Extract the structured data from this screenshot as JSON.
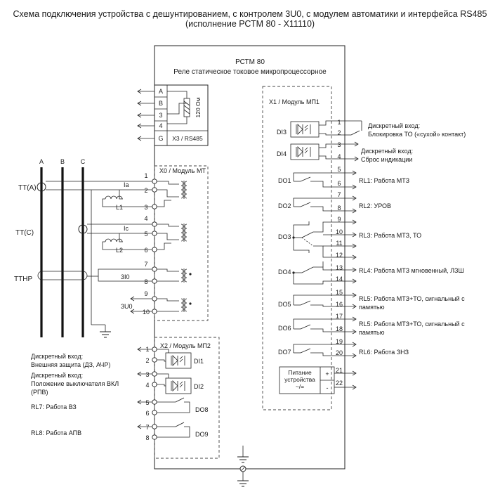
{
  "header": {
    "line1": "Схема подключения устройства с дешунтированием, с контролем 3U0, с модулем автоматики и интерфейса RS485",
    "line2": "(исполнение РСТМ 80 - X11110)"
  },
  "device": {
    "name": "РСТМ 80",
    "full": "Реле статическое токовое микропроцессорное"
  },
  "rs485": {
    "title": "X3 / RS485",
    "pins": [
      "A",
      "B",
      "3",
      "4",
      "G"
    ],
    "resistor": "120 Ом"
  },
  "x0": {
    "title": "X0 / Модуль МТ",
    "pins": [
      "1",
      "2",
      "3",
      "4",
      "5",
      "6",
      "7",
      "8",
      "9",
      "10"
    ]
  },
  "buses": [
    "A",
    "B",
    "C"
  ],
  "left_labels": {
    "ta": "ТТ(А)",
    "tc": "ТТ(С)",
    "ttnp": "ТТНР",
    "ia": "Ia",
    "ic": "Ic",
    "i30": "3I0",
    "u30": "3U0",
    "l1": "L1",
    "l2": "L2"
  },
  "x1": {
    "title": "X1 / Модуль МП1",
    "di": [
      {
        "id": "DI3",
        "label1": "Дискретный вход:",
        "label2": "Блокировка ТО («сухой» контакт)"
      },
      {
        "id": "DI4",
        "label1": "Дискретный вход:",
        "label2": "Сброс индикации"
      }
    ],
    "do": [
      {
        "id": "DO1",
        "label": "RL1: Работа МТЗ"
      },
      {
        "id": "DO2",
        "label": "RL2: УРОВ"
      },
      {
        "id": "DO3",
        "label": "RL3: Работа МТЗ, ТО"
      },
      {
        "id": "DO4",
        "label": "RL4: Работа МТЗ мгновенный, ЛЗШ"
      },
      {
        "id": "DO5",
        "label": "RL5: Работа МТЗ+ТО, сигнальный с",
        "label2": "памятью"
      },
      {
        "id": "DO6",
        "label": "RL5: Работа МТЗ+ТО, сигнальный с",
        "label2": "памятью"
      },
      {
        "id": "DO7",
        "label": "RL6: Работа ЗНЗ"
      }
    ],
    "pins": [
      "1",
      "2",
      "3",
      "4",
      "5",
      "6",
      "7",
      "8",
      "9",
      "10",
      "11",
      "12",
      "13",
      "14",
      "15",
      "16",
      "17",
      "18",
      "19",
      "20",
      "21",
      "22"
    ],
    "power": {
      "l1": "Питание",
      "l2": "устройства",
      "l3": "~/=",
      "plus": "+",
      "minus": "-"
    }
  },
  "x2": {
    "title": "X2 / Модуль МП2",
    "pins": [
      "1",
      "2",
      "3",
      "4",
      "5",
      "6",
      "7",
      "8"
    ],
    "di1": {
      "id": "DI1",
      "label1": "Дискретный вход:",
      "label2": "Внешняя защита (ДЗ, АЧР)"
    },
    "di2": {
      "id": "DI2",
      "label1": "Дискретный вход:",
      "label2": "Положение выключателя ВКЛ",
      "label3": "(РПВ)"
    },
    "do8": {
      "id": "DO8",
      "label": "RL7: Работа ВЗ"
    },
    "do9": {
      "id": "DO9",
      "label": "RL8: Работа АПВ"
    }
  }
}
